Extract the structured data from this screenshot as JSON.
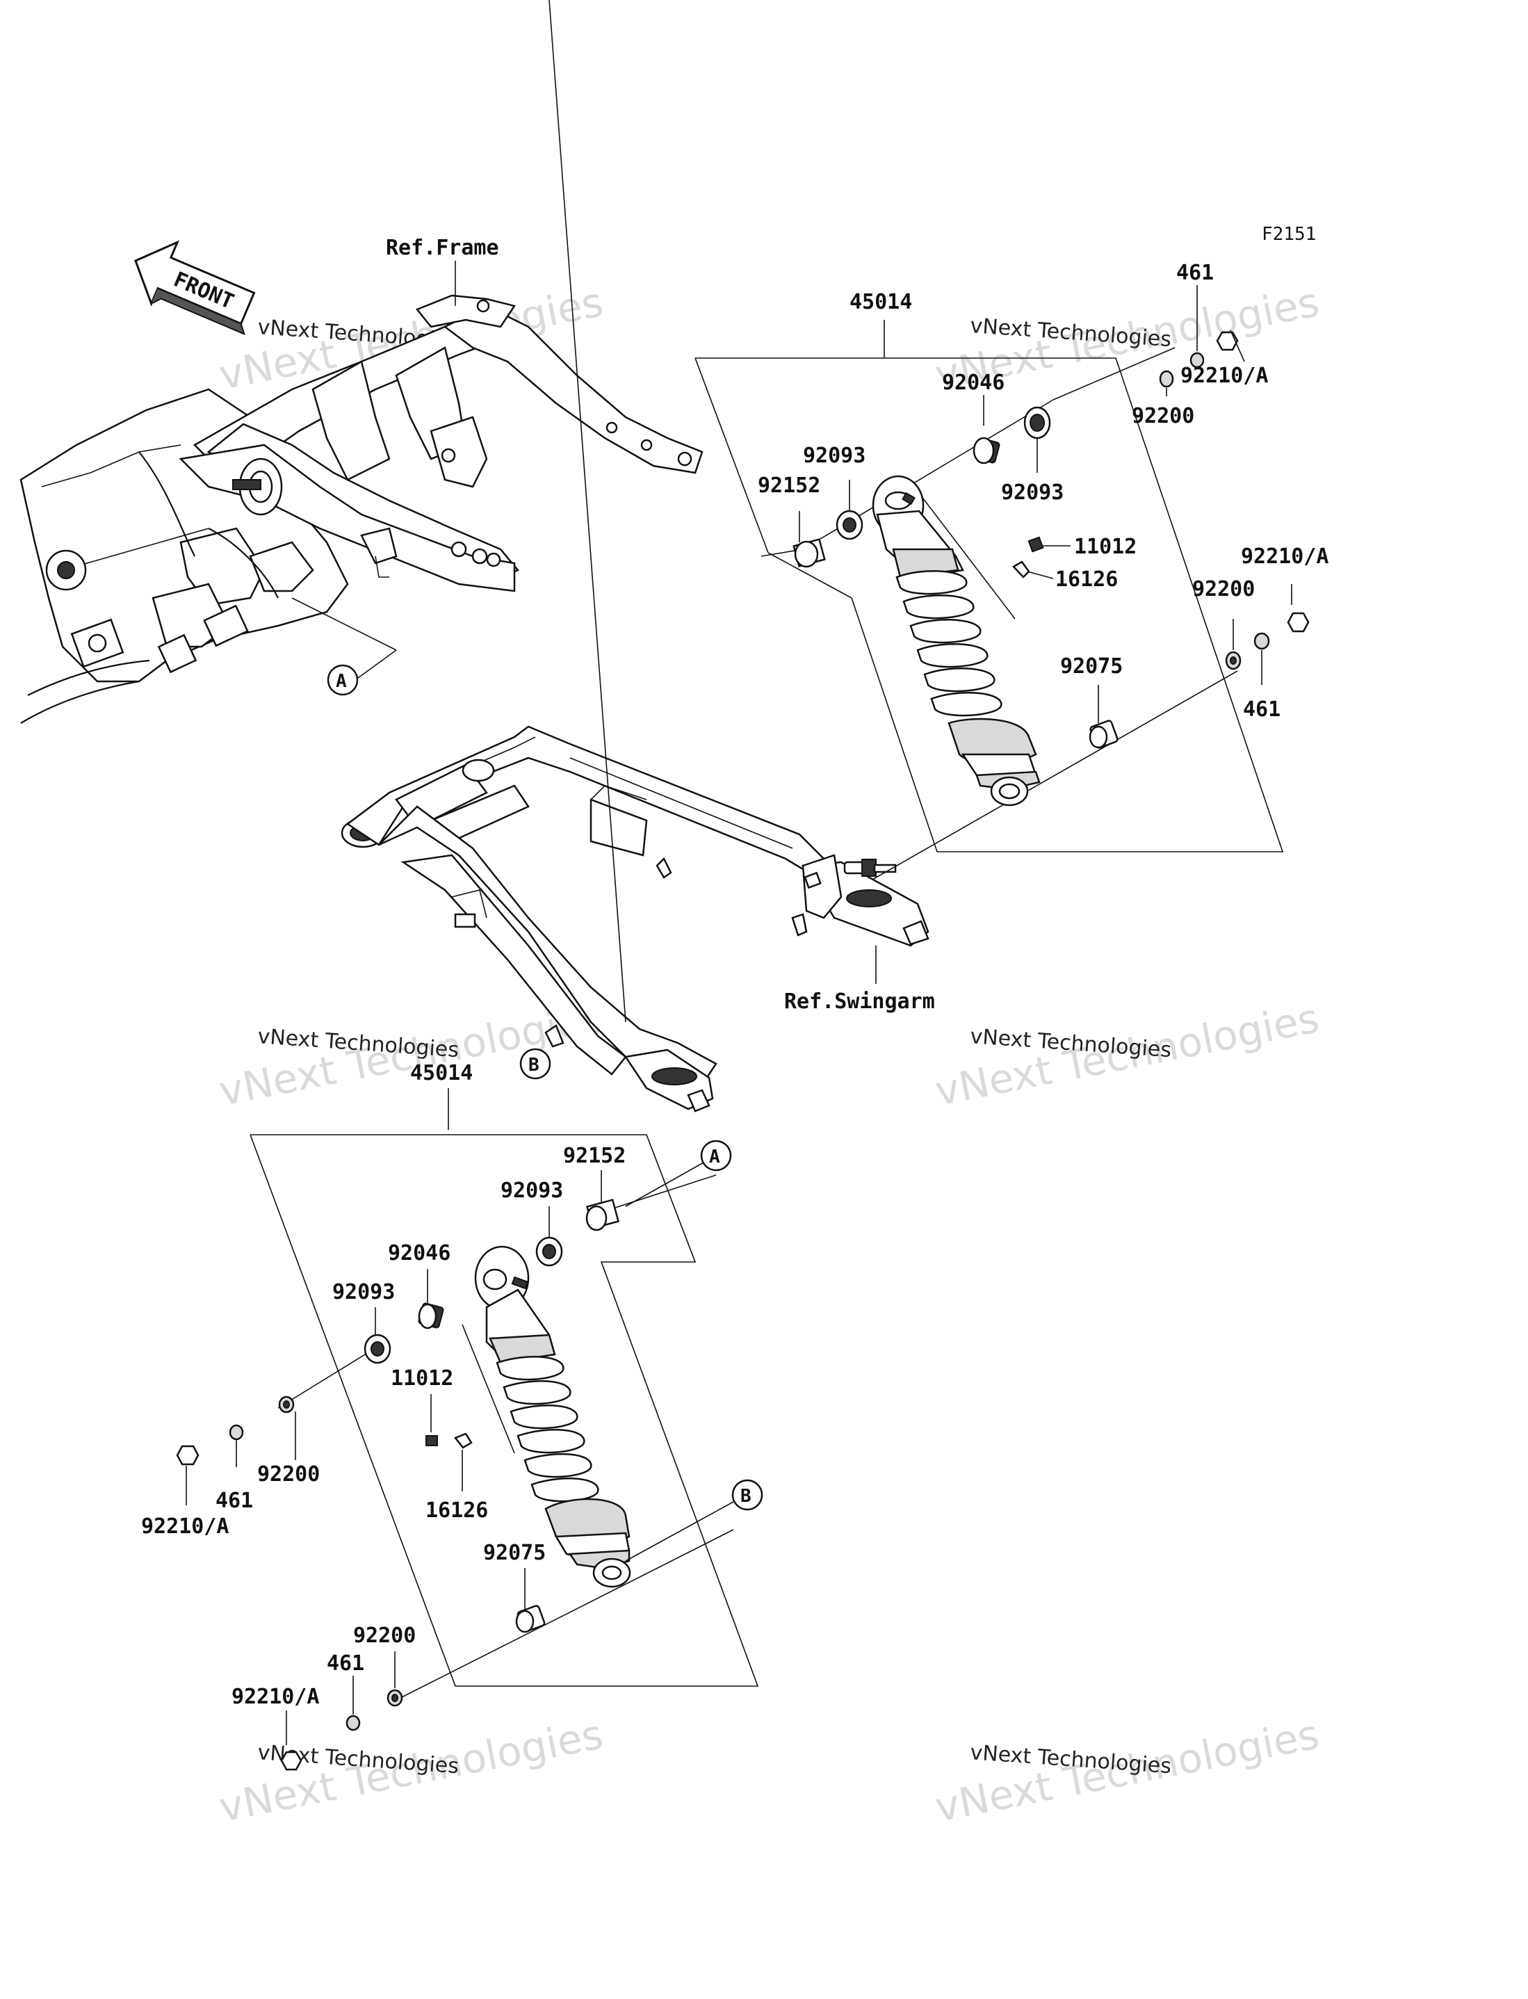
{
  "diagram_code": "F2151",
  "front_label": "FRONT",
  "refs": {
    "frame": "Ref.Frame",
    "swingarm": "Ref.Swingarm"
  },
  "markers": {
    "a": "A",
    "b": "B"
  },
  "upper_assembly": {
    "assembly": "45014",
    "labels": {
      "p461_top": "461",
      "p92210a_top": "92210/A",
      "p92200_top": "92200",
      "p92046": "92046",
      "p92093_left": "92093",
      "p92093_right": "92093",
      "p92152": "92152",
      "p11012": "11012",
      "p16126": "16126",
      "p92210a_mid": "92210/A",
      "p92200_mid": "92200",
      "p461_mid": "461",
      "p92075": "92075"
    }
  },
  "lower_assembly": {
    "assembly": "45014",
    "labels": {
      "p92152": "92152",
      "p92093_top": "92093",
      "p92046": "92046",
      "p92093_left": "92093",
      "p11012": "11012",
      "p16126": "16126",
      "p92200_left": "92200",
      "p461_left": "461",
      "p92210a_left": "92210/A",
      "p92075": "92075",
      "p92200_bottom": "92200",
      "p461_bottom": "461",
      "p92210a_bottom": "92210/A"
    }
  },
  "watermarks": [
    {
      "line1": "vNext Technologies",
      "line2": "vNext Technologies"
    },
    {
      "line1": "vNext Technologies",
      "line2": "vNext Technologies"
    },
    {
      "line1": "vNext Technologies",
      "line2": "vNext Technologies"
    },
    {
      "line1": "vNext Technologies",
      "line2": "vNext Technologies"
    },
    {
      "line1": "vNext Technologies",
      "line2": "vNext Technologies"
    },
    {
      "line1": "vNext Technologies",
      "line2": "vNext Technologies"
    }
  ]
}
